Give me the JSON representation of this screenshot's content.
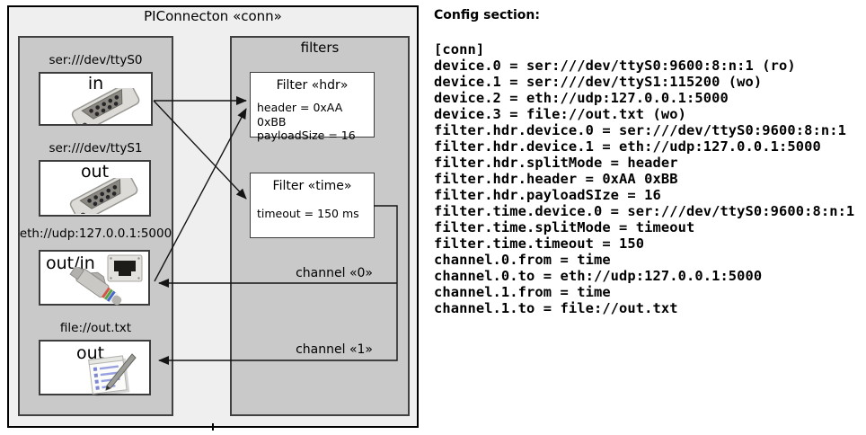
{
  "diagram": {
    "title": "PIConnecton «conn»",
    "devices_group": {
      "devices": [
        {
          "label": "ser:///dev/ttyS0",
          "port": "in",
          "icon": "serial-connector"
        },
        {
          "label": "ser:///dev/ttyS1",
          "port": "out",
          "icon": "serial-connector"
        },
        {
          "label": "eth://udp:127.0.0.1:5000",
          "port": "out/in",
          "icon": "ethernet-connector"
        },
        {
          "label": "file://out.txt",
          "port": "out",
          "icon": "notepad-file"
        }
      ]
    },
    "filters_group": {
      "label": "filters",
      "filters": [
        {
          "title": "Filter «hdr»",
          "properties": [
            "header = 0xAA 0xBB",
            "payloadSize = 16"
          ]
        },
        {
          "title": "Filter «time»",
          "properties": [
            "timeout = 150 ms"
          ]
        }
      ]
    },
    "channels": [
      {
        "label": "channel «0»"
      },
      {
        "label": "channel «1»"
      }
    ]
  },
  "config": {
    "heading": "Config section:",
    "lines": [
      "[conn]",
      "device.0 = ser:///dev/ttyS0:9600:8:n:1 (ro)",
      "device.1 = ser:///dev/ttyS1:115200 (wo)",
      "device.2 = eth://udp:127.0.0.1:5000",
      "device.3 = file://out.txt (wo)",
      "filter.hdr.device.0 = ser:///dev/ttyS0:9600:8:n:1",
      "filter.hdr.device.1 = eth://udp:127.0.0.1:5000",
      "filter.hdr.splitMode = header",
      "filter.hdr.header = 0xAA 0xBB",
      "filter.hdr.payloadSIze = 16",
      "filter.time.device.0 = ser:///dev/ttyS0:9600:8:n:1",
      "filter.time.splitMode = timeout",
      "filter.time.timeout = 150",
      "channel.0.from = time",
      "channel.0.to = eth://udp:127.0.0.1:5000",
      "channel.1.from = time",
      "channel.1.to = file://out.txt"
    ]
  },
  "colors": {
    "frame_fill": "#efefef",
    "group_fill": "#c9c9c9",
    "box_fill": "#ffffff",
    "border": "#414141",
    "wire": "#141414",
    "text": "#000000"
  }
}
